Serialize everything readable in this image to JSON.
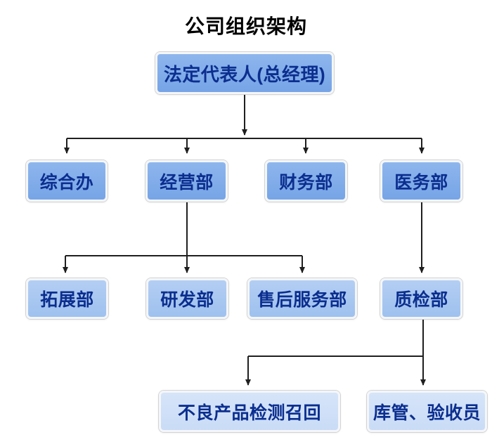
{
  "title": "公司组织架构",
  "org": {
    "root": {
      "id": "root",
      "label": "法定代表人(总经理)"
    },
    "level2": [
      {
        "id": "zonghe",
        "label": "综合办",
        "parent": "root"
      },
      {
        "id": "jingying",
        "label": "经营部",
        "parent": "root"
      },
      {
        "id": "caiwu",
        "label": "财务部",
        "parent": "root"
      },
      {
        "id": "yiwu",
        "label": "医务部",
        "parent": "root"
      }
    ],
    "level3": [
      {
        "id": "tuozhan",
        "label": "拓展部",
        "parent": "jingying"
      },
      {
        "id": "yanfa",
        "label": "研发部",
        "parent": "jingying"
      },
      {
        "id": "shouhou",
        "label": "售后服务部",
        "parent": "jingying"
      },
      {
        "id": "zhijian",
        "label": "质检部",
        "parent": "yiwu"
      }
    ],
    "level4": [
      {
        "id": "buliang",
        "label": "不良产品检测召回",
        "parent": "zhijian"
      },
      {
        "id": "kuguan",
        "label": "库管、验收员",
        "parent": "zhijian"
      }
    ]
  },
  "colors": {
    "node_fill_level_1_2": "#7FABE8",
    "node_fill_level_3": "#A8C7F0",
    "node_fill_level_4": "#CFE0F7",
    "node_text": "#0B2E8F",
    "node_border": "#F4F6F9",
    "connector": "#1F1F1F",
    "title_text": "#000000",
    "background": "#FFFFFF"
  }
}
